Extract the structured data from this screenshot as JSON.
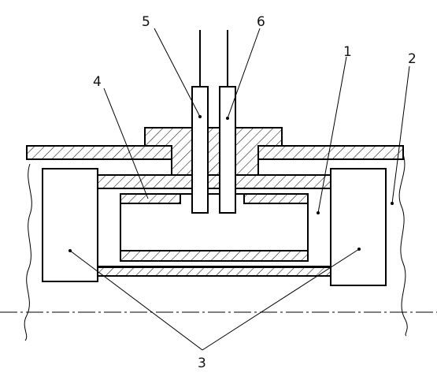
{
  "labels": {
    "part1": "1",
    "part2": "2",
    "part3": "3",
    "part4": "4",
    "part5": "5",
    "part6": "6"
  },
  "colors": {
    "line": "#000000",
    "background": "#ffffff"
  }
}
